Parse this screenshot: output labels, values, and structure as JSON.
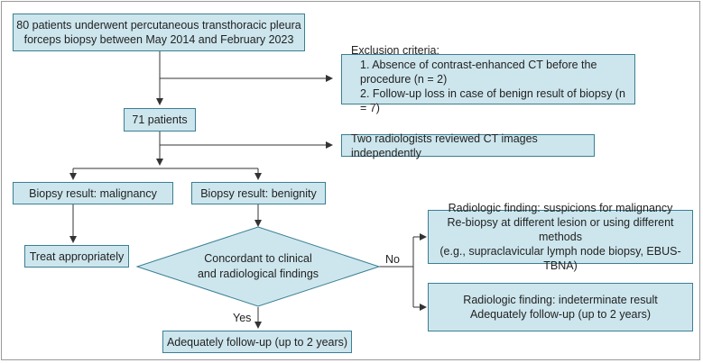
{
  "start": [
    "80 patients underwent percutaneous transthoracic pleura",
    "forceps biopsy between May 2014 and February 2023"
  ],
  "exclusion": {
    "title": "Exclusion criteria:",
    "items": [
      "1. Absence of contrast-enhanced CT before the procedure (n = 2)",
      "2. Follow-up loss in case of benign result of biopsy (n = 7)"
    ]
  },
  "patients": "71 patients",
  "review": "Two radiologists reviewed CT images independently",
  "malignancy": "Biopsy result: malignancy",
  "benignity": "Biopsy result: benignity",
  "treat": "Treat appropriately",
  "decision": [
    "Concordant to clinical",
    "and radiological findings"
  ],
  "no_label": "No",
  "yes_label": "Yes",
  "suspicion": [
    "Radiologic finding: suspicions for malignancy",
    "Re-biopsy at different lesion or using different methods",
    "(e.g., supraclavicular lymph node biopsy, EBUS-TBNA)"
  ],
  "indeterminate": [
    "Radiologic finding: indeterminate result",
    "Adequately follow-up (up to 2 years)"
  ],
  "followup": "Adequately follow-up (up to 2 years)",
  "colors": {
    "box_fill": "#cde6ed",
    "box_border": "#3a7f93",
    "line": "#333333"
  }
}
